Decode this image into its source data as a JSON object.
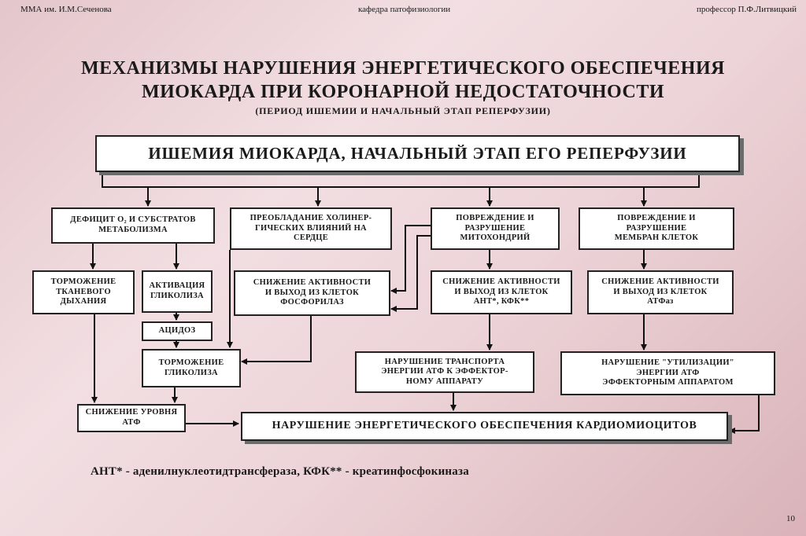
{
  "header": {
    "left": "ММА им. И.М.Сеченова",
    "center": "кафедра патофизиологии",
    "right": "профессор П.Ф.Литвицкий"
  },
  "title": {
    "line1": "МЕХАНИЗМЫ НАРУШЕНИЯ ЭНЕРГЕТИЧЕСКОГО ОБЕСПЕЧЕНИЯ",
    "line2": "МИОКАРДА ПРИ КОРОНАРНОЙ НЕДОСТАТОЧНОСТИ",
    "subtitle": "(ПЕРИОД ИШЕМИИ И НАЧАЛЬНЫЙ ЭТАП РЕПЕРФУЗИИ)"
  },
  "nodes": {
    "ischemia": "ИШЕМИЯ МИОКАРДА, НАЧАЛЬНЫЙ ЭТАП ЕГО РЕПЕРФУЗИИ",
    "deficit": "ДЕФИЦИТ О₂ И СУБСТРАТОВ\nМЕТАБОЛИЗМА",
    "cholinergic": "ПРЕОБЛАДАНИЕ ХОЛИНЕР-\nГИЧЕСКИХ ВЛИЯНИЙ НА\nСЕРДЦЕ",
    "mitochondria": "ПОВРЕЖДЕНИЕ И\nРАЗРУШЕНИЕ\nМИТОХОНДРИЙ",
    "membranes": "ПОВРЕЖДЕНИЕ И\nРАЗРУШЕНИЕ\nМЕМБРАН КЛЕТОК",
    "tissue_resp": "ТОРМОЖЕНИЕ\nТКАНЕВОГО\nДЫХАНИЯ",
    "glycolysis_act": "АКТИВАЦИЯ\nГЛИКОЛИЗА",
    "phosphorylase": "СНИЖЕНИЕ АКТИВНОСТИ\nИ ВЫХОД ИЗ КЛЕТОК\nФОСФОРИЛАЗ",
    "ant_kfk": "СНИЖЕНИЕ АКТИВНОСТИ\nИ ВЫХОД ИЗ КЛЕТОК\nАНТ*, КФК**",
    "atpase": "СНИЖЕНИЕ АКТИВНОСТИ\nИ ВЫХОД ИЗ КЛЕТОК\nАТФаз",
    "acidosis": "АЦИДОЗ",
    "glycolysis_inh": "ТОРМОЖЕНИЕ\nГЛИКОЛИЗА",
    "transport": "НАРУШЕНИЕ ТРАНСПОРТА\nЭНЕРГИИ АТФ К ЭФФЕКТОР-\nНОМУ АППАРАТУ",
    "utilization": "НАРУШЕНИЕ \"УТИЛИЗАЦИИ\"\nЭНЕРГИИ АТФ\nЭФФЕКТОРНЫМ АППАРАТОМ",
    "atp_drop": "СНИЖЕНИЕ УРОВНЯ\nАТФ",
    "result": "НАРУШЕНИЕ ЭНЕРГЕТИЧЕСКОГО ОБЕСПЕЧЕНИЯ КАРДИОМИОЦИТОВ"
  },
  "footnote": "АНТ* - аденилнуклеотидтрансфераза, КФК** - креатинфосфокиназа",
  "page_number": "10",
  "colors": {
    "background": "#ecd3d7",
    "box_border": "#222222",
    "shadow": "#6b6b6b"
  }
}
